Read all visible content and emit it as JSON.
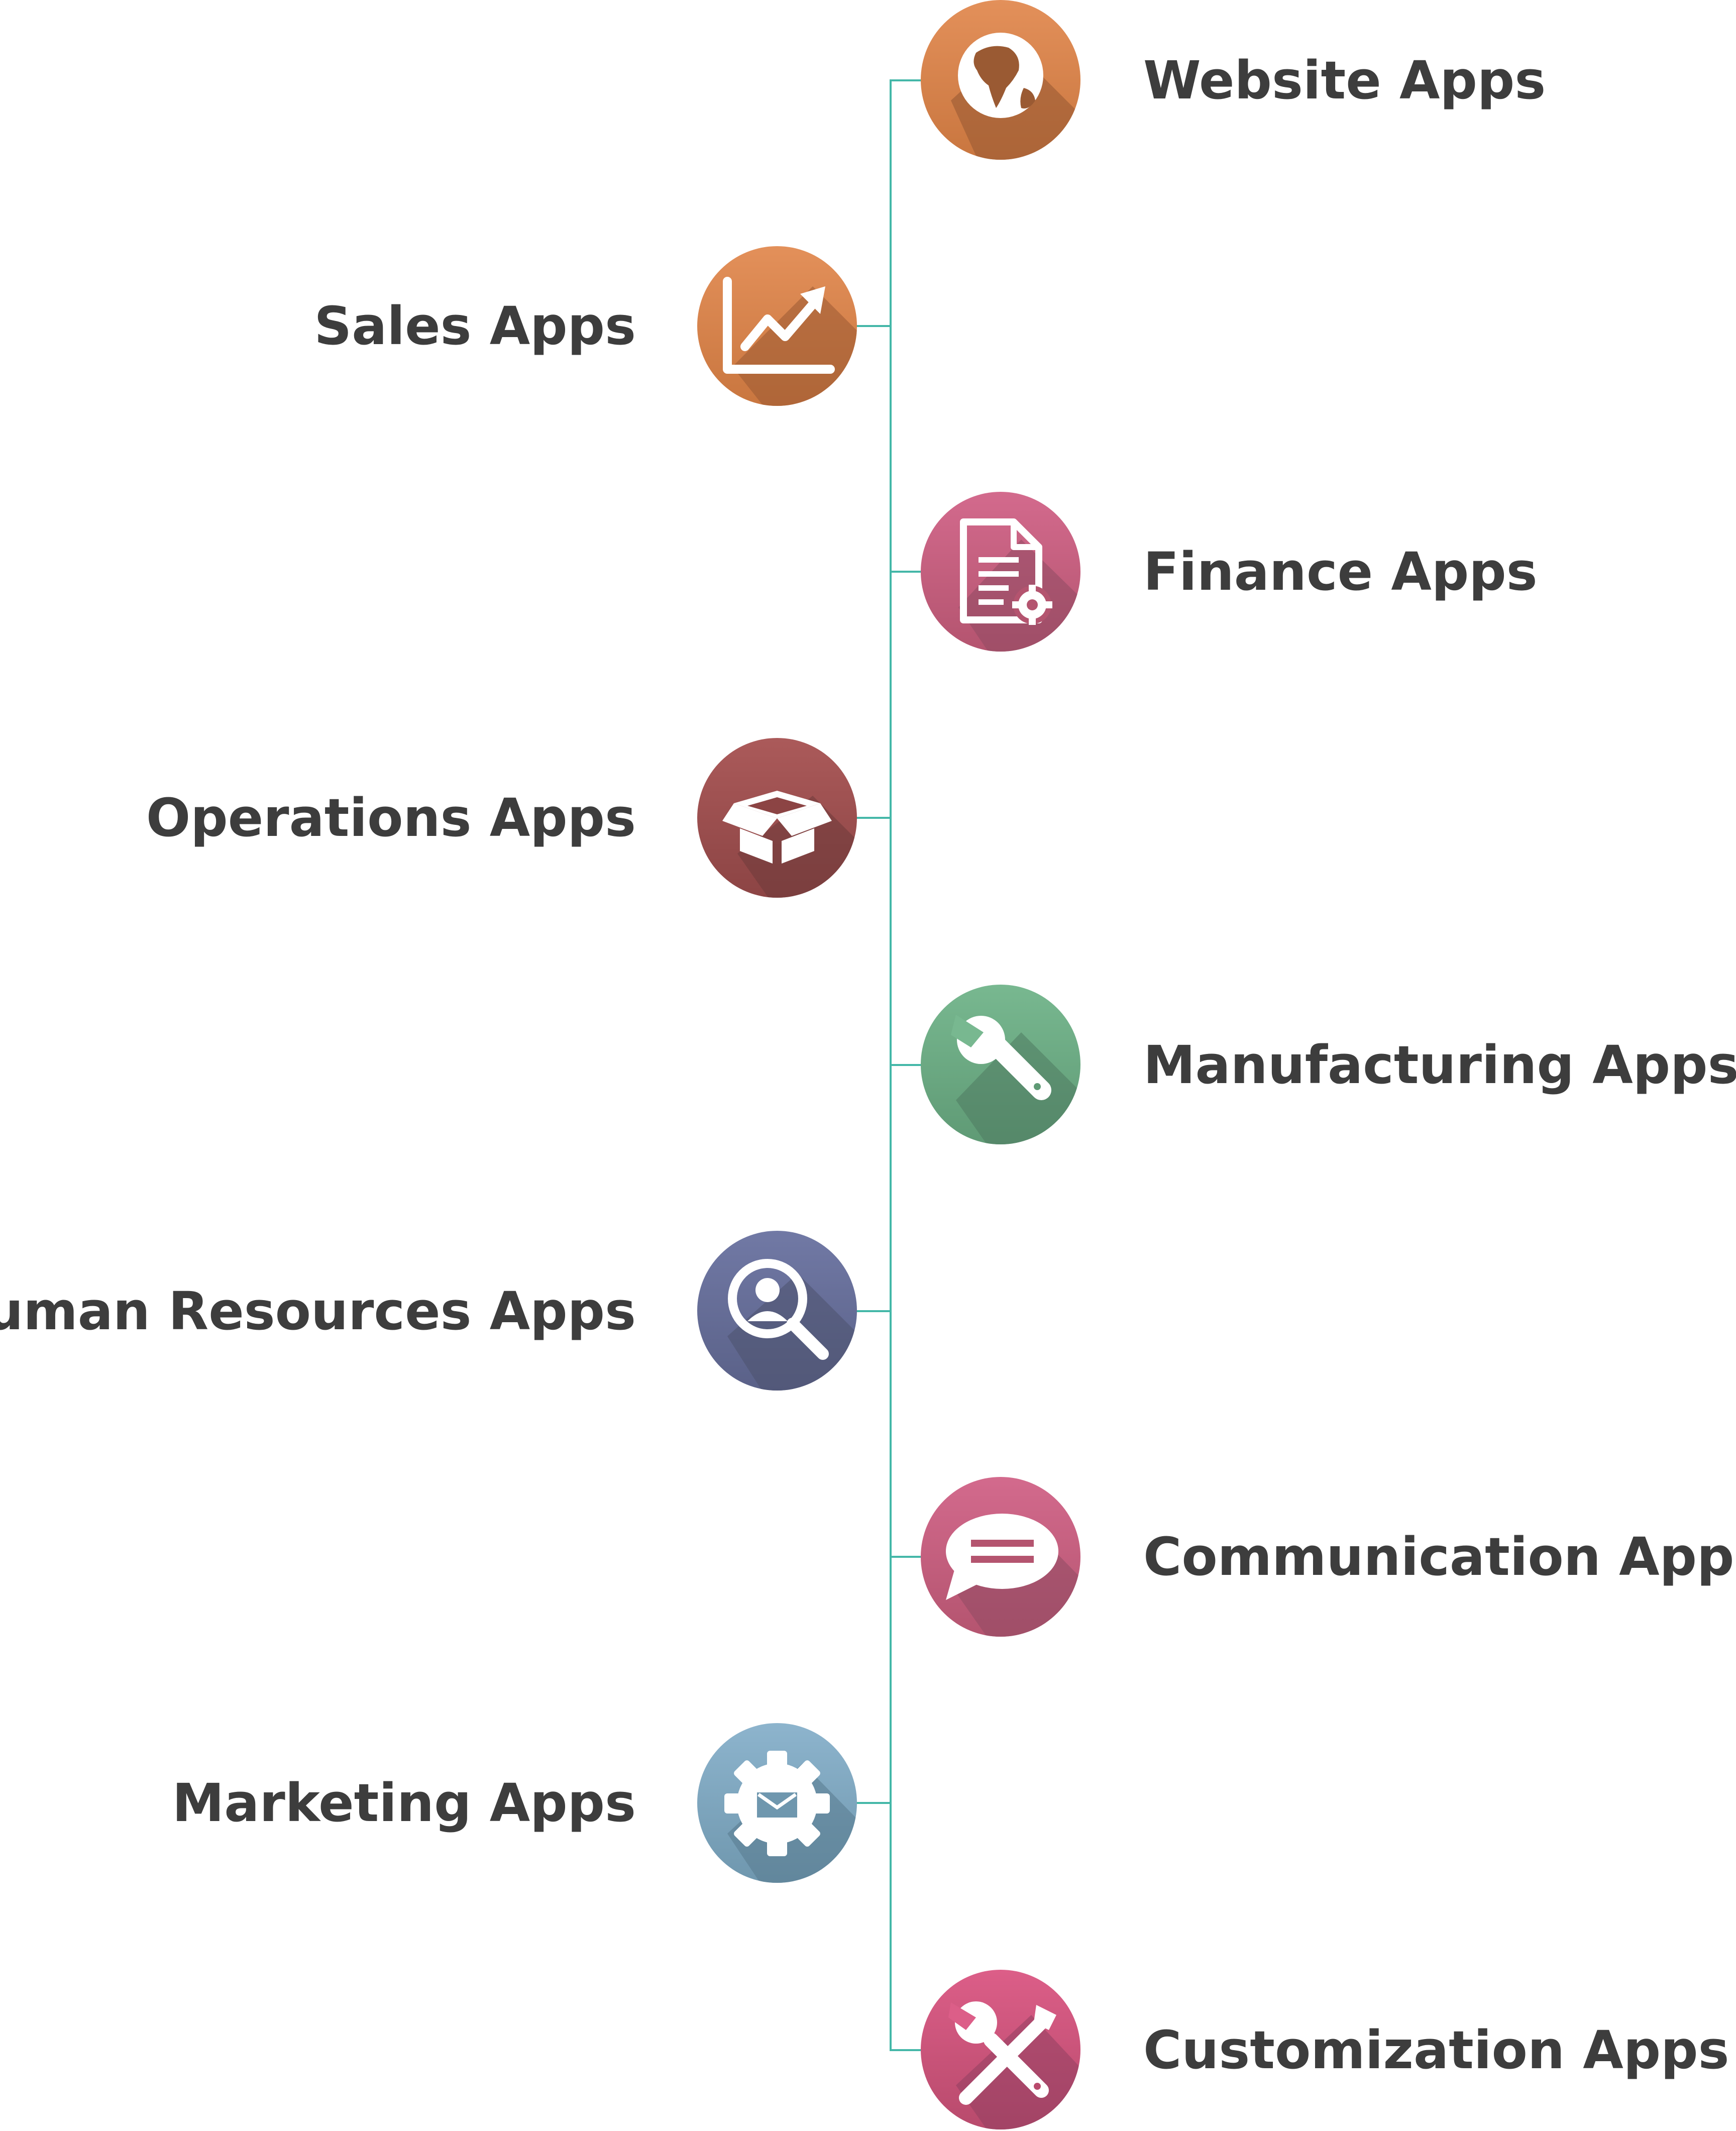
{
  "diagram": {
    "line_color": "#44b7a8",
    "apps": [
      {
        "label": "Website Apps",
        "side": "right",
        "icon": "globe-icon",
        "color_light": "#e08a52",
        "color_dark": "#9a5a33"
      },
      {
        "label": "Sales Apps",
        "side": "left",
        "icon": "chart-icon",
        "color_light": "#e08a52",
        "color_dark": "#9a5a33"
      },
      {
        "label": "Finance Apps",
        "side": "right",
        "icon": "document-gear-icon",
        "color_light": "#d6608a",
        "color_dark": "#8f4a62"
      },
      {
        "label": "Operations Apps",
        "side": "left",
        "icon": "box-icon",
        "color_light": "#a85454",
        "color_dark": "#6e3a3a"
      },
      {
        "label": "Manufacturing Apps",
        "side": "right",
        "icon": "wrench-icon",
        "color_light": "#74b48c",
        "color_dark": "#4e7a60"
      },
      {
        "label": "Human Resources Apps",
        "side": "left",
        "icon": "search-person-icon",
        "color_light": "#727aa4",
        "color_dark": "#4c526e"
      },
      {
        "label": "Communication Apps",
        "side": "right",
        "icon": "chat-bubble-icon",
        "color_light": "#d6628a",
        "color_dark": "#8f4a62"
      },
      {
        "label": "Marketing Apps",
        "side": "left",
        "icon": "gear-mail-icon",
        "color_light": "#86afc8",
        "color_dark": "#587a8e"
      },
      {
        "label": "Customization Apps",
        "side": "right",
        "icon": "tools-icon",
        "color_light": "#dc5a86",
        "color_dark": "#924060"
      }
    ]
  }
}
